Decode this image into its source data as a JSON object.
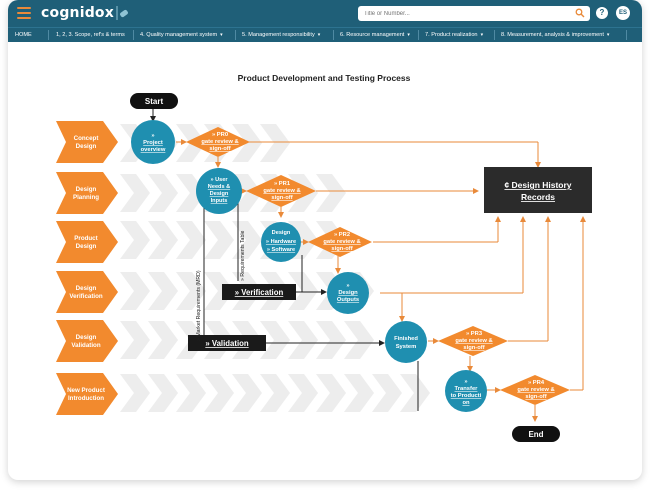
{
  "app": {
    "logo_text": "cognidox"
  },
  "search": {
    "placeholder": "Title or Number..."
  },
  "header": {
    "help_label": "?",
    "avatar_initials": "ES"
  },
  "nav": {
    "items": [
      {
        "label": "HOME",
        "has_menu": false
      },
      {
        "label": "1, 2, 3. Scope, ref's & terms",
        "has_menu": false
      },
      {
        "label": "4. Quality management system",
        "has_menu": true
      },
      {
        "label": "5. Management responsibility",
        "has_menu": true
      },
      {
        "label": "6. Resource management",
        "has_menu": true
      },
      {
        "label": "7. Product realization",
        "has_menu": true
      },
      {
        "label": "8. Measurement, analysis & improvement",
        "has_menu": true
      }
    ],
    "caret": "▾"
  },
  "diagram": {
    "title": "Product Development and Testing Process",
    "colors": {
      "orange": "#f28a2e",
      "teal": "#1f8fb0",
      "dark": "#2b2b2b",
      "chevron": "#ededed",
      "arrow_orange": "#e98a3a"
    },
    "stages": [
      {
        "line1": "Concept",
        "line2": "Design"
      },
      {
        "line1": "Design",
        "line2": "Planning"
      },
      {
        "line1": "Product",
        "line2": "Design"
      },
      {
        "line1": "Design",
        "line2": "Verification"
      },
      {
        "line1": "Design",
        "line2": "Validation"
      },
      {
        "line1": "New Product",
        "line2": "Introduction"
      }
    ],
    "start_label": "Start",
    "end_label": "End",
    "project_overview": {
      "prefix": "»",
      "line1": "Project",
      "line2": "overview"
    },
    "user_needs": {
      "line1": "» User",
      "line2": "Needs &",
      "line3": "Design",
      "line4": "Inputs"
    },
    "design_hw_sw": {
      "line1": "Design",
      "line2": "» Hardware",
      "line3": "» Software"
    },
    "design_outputs": {
      "prefix": "»",
      "line1": "Design",
      "line2": "Outputs"
    },
    "finished_system": {
      "line1": "Finished",
      "line2": "System"
    },
    "transfer": {
      "prefix": "»",
      "line1": "Transfer",
      "line2": "to Producti",
      "line3": "on"
    },
    "gates": [
      {
        "line1": "» PR0",
        "line2": "gate review &",
        "line3": "sign-off"
      },
      {
        "line1": "» PR1",
        "line2": "gate review &",
        "line3": "sign-off"
      },
      {
        "line1": "» PR2",
        "line2": "gate review &",
        "line3": "sign-off"
      },
      {
        "line1": "» PR3",
        "line2": "gate review &",
        "line3": "sign-off"
      },
      {
        "line1": "» PR4",
        "line2": "gate review &",
        "line3": "sign-off"
      }
    ],
    "dhr": {
      "line1": "¢ Design History",
      "line2": "Records"
    },
    "verification_label": "» Verification",
    "validation_label": "» Validation",
    "market_requirements": "» Market Requirements (MRD)",
    "requirements_table": "» Requirements Table"
  }
}
